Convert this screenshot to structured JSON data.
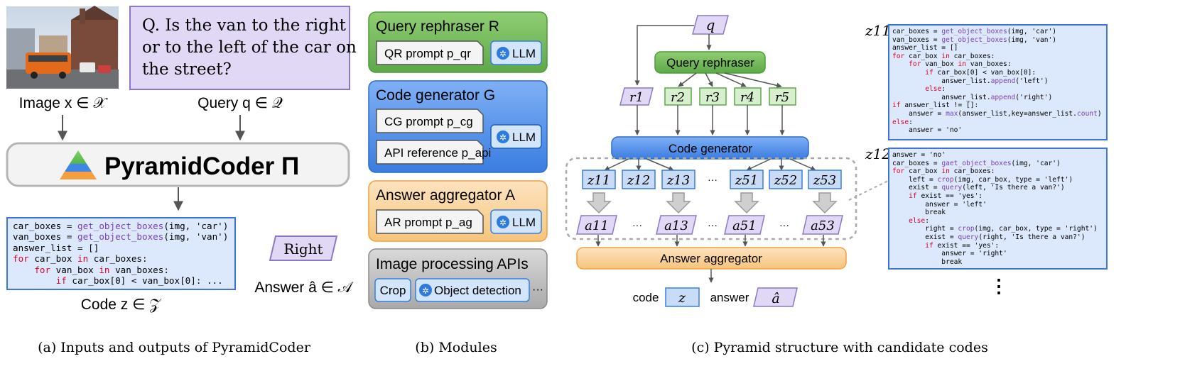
{
  "panel_a": {
    "question": [
      "Q.  Is the van to the right",
      "or to the left of the car on",
      "the street?"
    ],
    "image_label": "Image x ∈ 𝒳",
    "query_label": "Query q ∈ 𝒬",
    "title": "PyramidCoder Π",
    "answer_value": "Right",
    "answer_label": "Answer â ∈ 𝒜",
    "code_label": "Code z ∈ 𝒵",
    "code_lines": [
      "car_boxes = get_object_boxes(img, 'car')",
      "van_boxes = get_object_boxes(img, 'van')",
      "answer_list = []",
      "for car_box in car_boxes:",
      "    for van_box in van_boxes:",
      "        if car_box[0] < van_box[0]: ..."
    ],
    "caption": "(a) Inputs and outputs of PyramidCoder"
  },
  "panel_b": {
    "modules": [
      {
        "title": "Query rephraser R",
        "prompts": [
          "QR prompt p_qr"
        ],
        "llm": "LLM",
        "color": "#5ea84a"
      },
      {
        "title": "Code generator G",
        "prompts": [
          "CG prompt p_cg",
          "API reference p_api"
        ],
        "llm": "LLM",
        "color": "#3a7de0"
      },
      {
        "title": "Answer aggregator A",
        "prompts": [
          "AR prompt p_ag"
        ],
        "llm": "LLM",
        "color": "#f2a64a"
      }
    ],
    "api_title": "Image processing APIs",
    "api_items": [
      "Crop",
      "Object detection"
    ],
    "api_more": "···",
    "caption": "(b) Modules"
  },
  "panel_c": {
    "q": "q",
    "rephraser": "Query rephraser",
    "r_nodes": [
      "r1",
      "r2",
      "r3",
      "r4",
      "r5"
    ],
    "generator": "Code generator",
    "z_nodes": [
      "z11",
      "z12",
      "z13",
      "···",
      "z51",
      "z52",
      "z53"
    ],
    "a_nodes": [
      "a11",
      "···",
      "a13",
      "···",
      "a51",
      "···",
      "a53"
    ],
    "aggregator": "Answer aggregator",
    "code_label": "code",
    "code_symbol": "z",
    "answer_label": "answer",
    "answer_symbol": "â",
    "z11_label": "z11",
    "z12_label": "z12",
    "z11_code": [
      "car_boxes = get_object_boxes(img, 'car')",
      "van_boxes = get_object_boxes(img, 'van')",
      "answer_list = []",
      "for car_box in car_boxes:",
      "    for van_box in van_boxes:",
      "        if car_box[0] < van_box[0]:",
      "            answer_list.append('left')",
      "        else:",
      "            answer_list.append('right')",
      "if answer_list != []:",
      "    answer = max(answer_list,key=answer_list.count)",
      "else:",
      "    answer = 'no'"
    ],
    "z12_code": [
      "answer = 'no'",
      "car_boxes = gaet_object_boxes(img, 'car')",
      "for car_box in car_boxes:",
      "    left = crop(img, car_box, type = 'left')",
      "    exist = query(left, 'Is there a van?')",
      "    if exist == 'yes':",
      "        answer = 'left'",
      "        break",
      "    else:",
      "        right = crop(img, car_box, type = 'right')",
      "        exist = query(right, 'Is there a van?')",
      "        if exist == 'yes':",
      "            answer = 'right'",
      "            break"
    ],
    "more": "⋮",
    "caption": "(c) Pyramid structure with candidate codes"
  }
}
